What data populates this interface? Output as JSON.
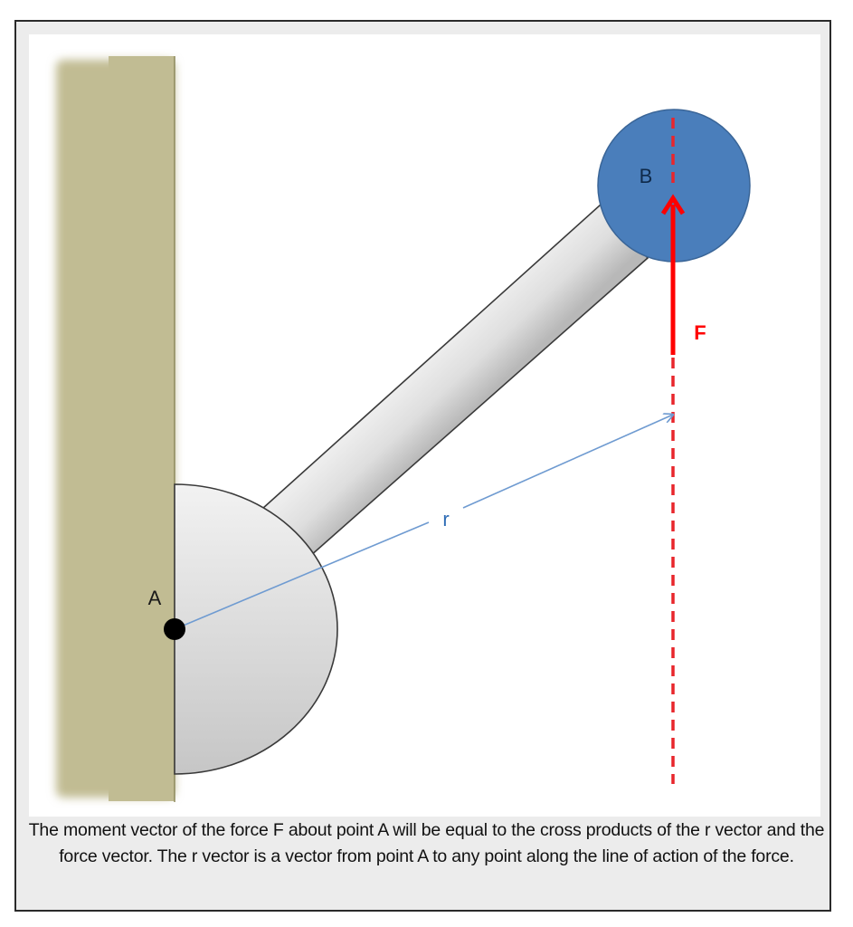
{
  "figure": {
    "labels": {
      "point_a": "A",
      "point_b": "B",
      "force": "F",
      "r_vector": "r"
    },
    "colors": {
      "wall": "#c1bc93",
      "wall_edge": "#8e8a5c",
      "pivot_fill_top": "#f2f2f2",
      "pivot_fill_bottom": "#c9c9c9",
      "arm_fill": "#d9d9d9",
      "ball_b": "#4a7ebb",
      "ball_b_stroke": "#3a6597",
      "force": "#ff0000",
      "r_vector": "#6f9bd1",
      "point_a": "#000000",
      "frame_border": "#2a2a2a",
      "frame_bg": "#ececec"
    }
  },
  "caption": {
    "text": "The moment vector of the force F about point A will be equal to the cross products of the r vector and the force vector. The r vector is a vector from point A to any point along the line of action of the force."
  }
}
